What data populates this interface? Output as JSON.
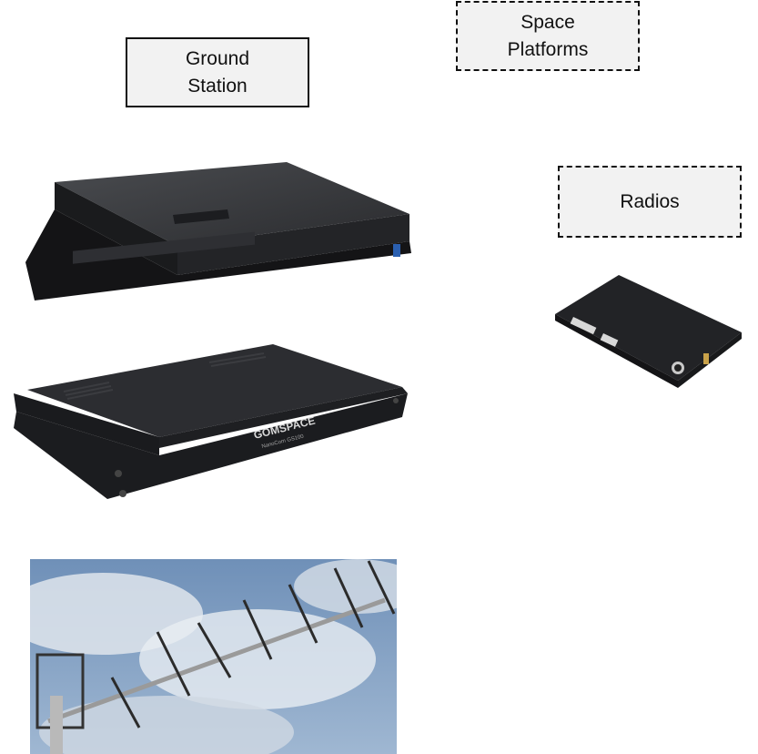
{
  "labels": {
    "ground_station": "Ground\nStation",
    "space_platforms": "Space\nPlatforms",
    "radios": "Radios"
  },
  "devices": {
    "gomx_logo": "GOMSPACE",
    "gomx_sublabel": "NanoCom GS100"
  },
  "colors": {
    "box_fill": "#f2f2f2",
    "device_dark": "#1e1f22",
    "sky": "#7f9fc4"
  }
}
